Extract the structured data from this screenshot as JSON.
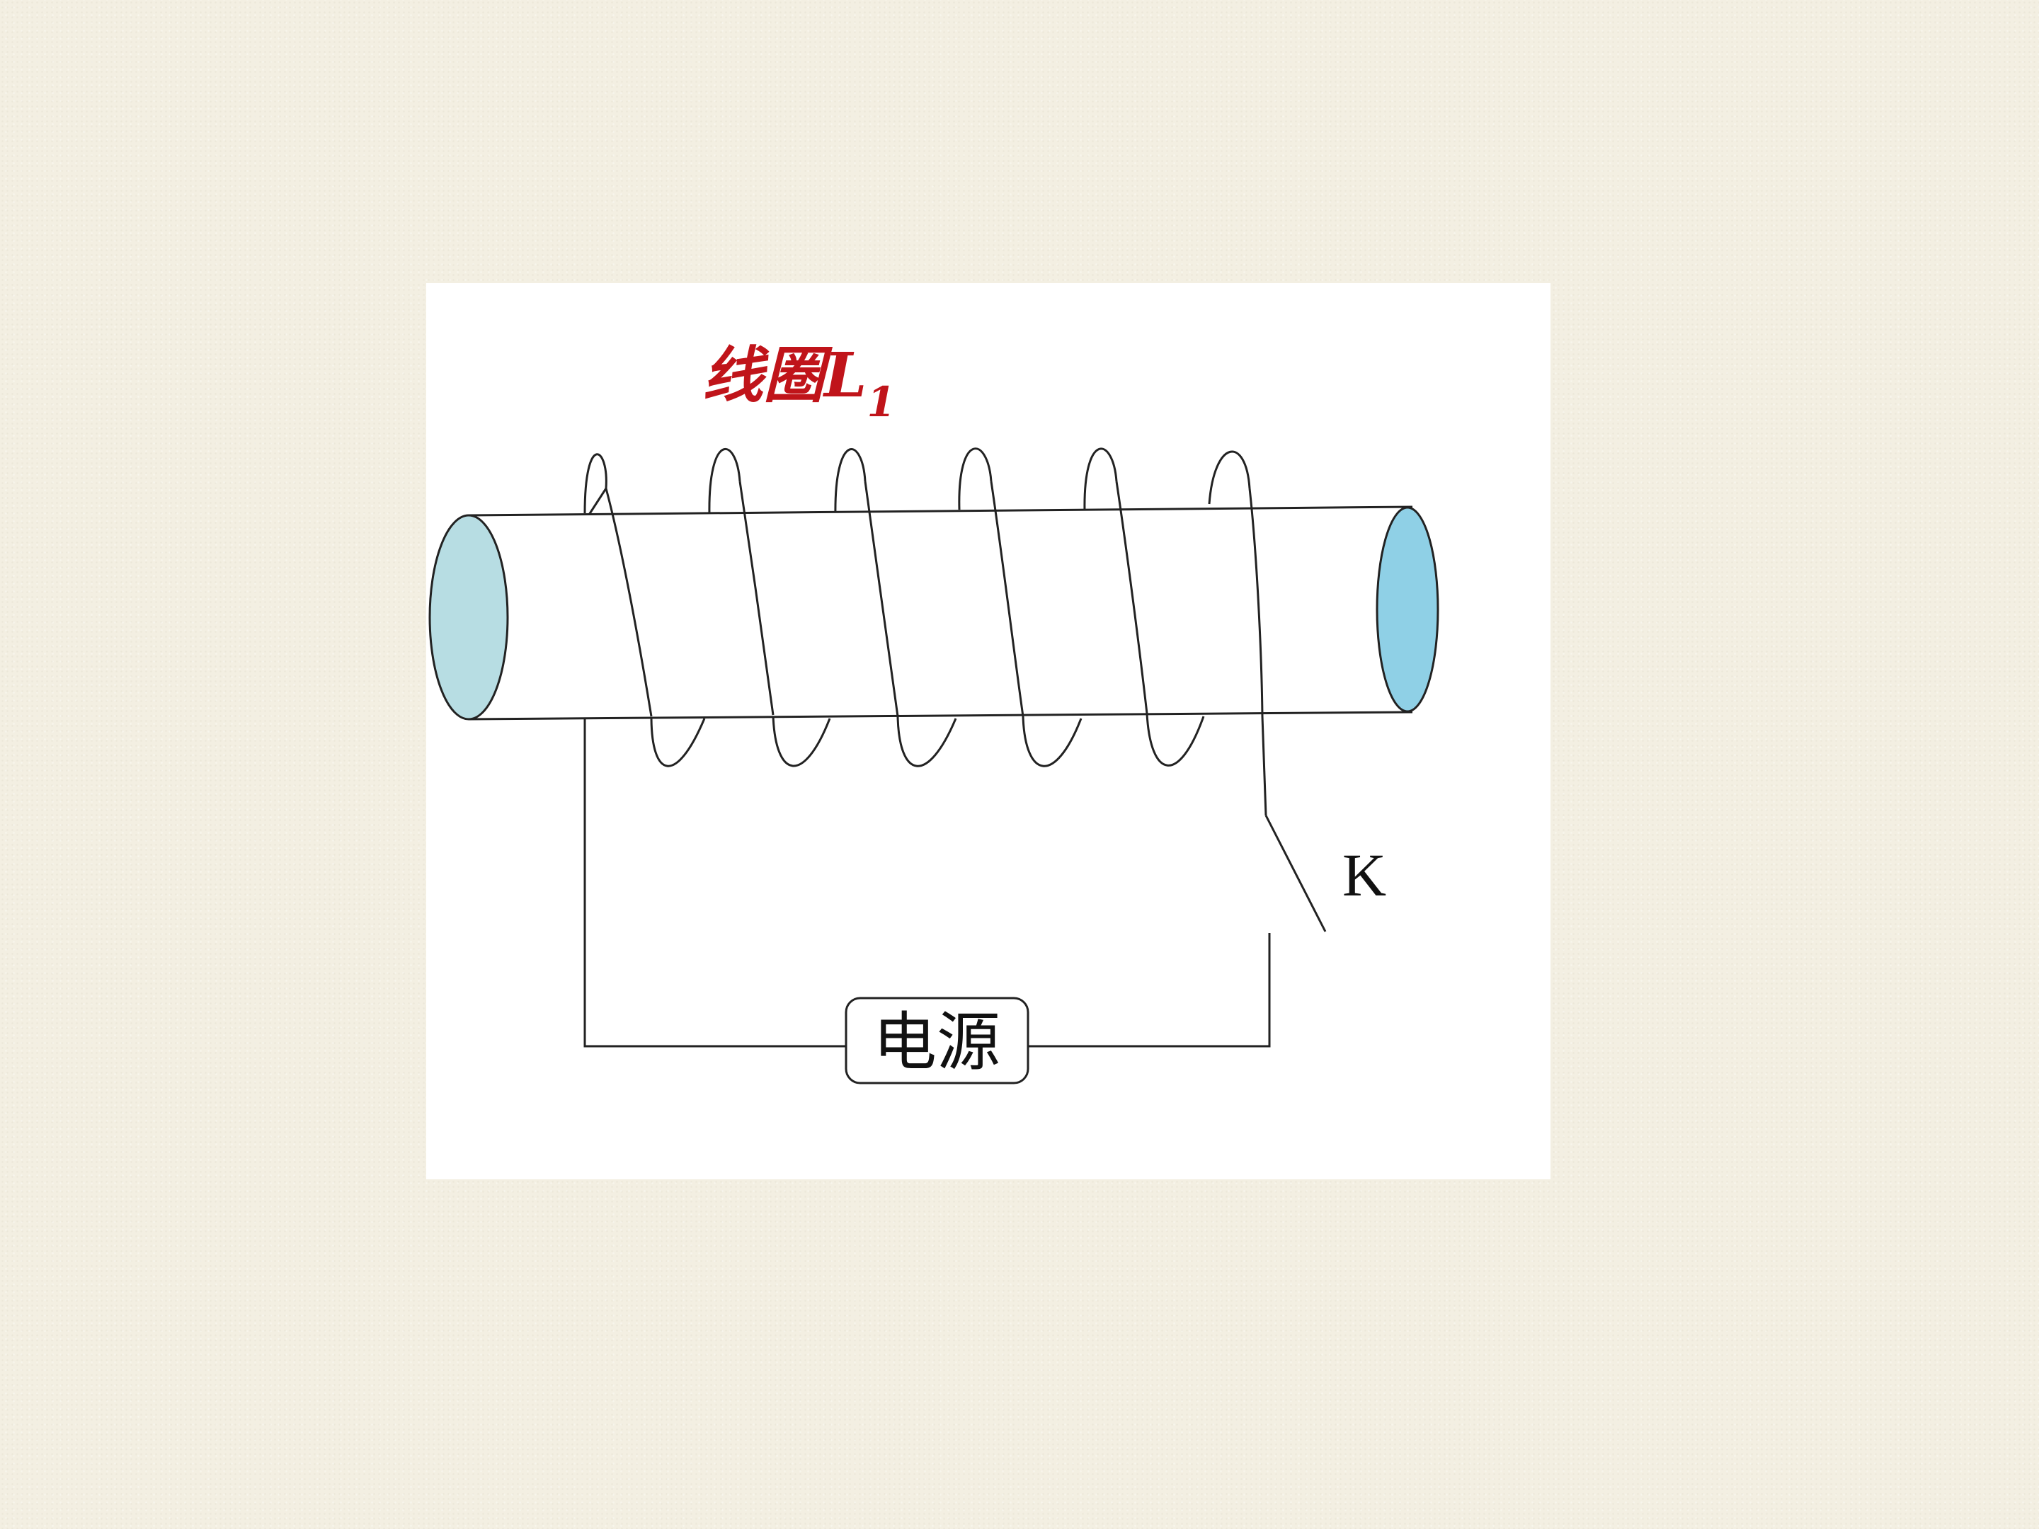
{
  "diagram": {
    "coil_label": "线圈L",
    "coil_subscript": "1",
    "switch_label": "K",
    "power_label": "电源",
    "colors": {
      "background": "#f3efe2",
      "panel": "#ffffff",
      "line": "#222222",
      "coil_label": "#c0141a",
      "end_cap_left": "#b7dde3",
      "end_cap_right": "#8fd0e6"
    }
  }
}
